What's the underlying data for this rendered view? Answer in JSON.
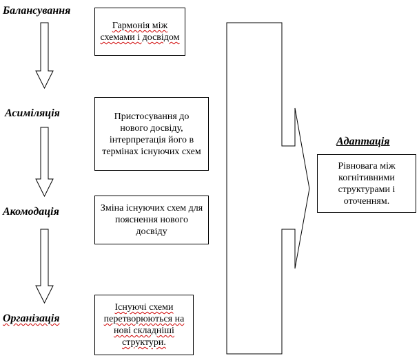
{
  "stages": [
    {
      "label": "Балансування",
      "desc": "Гармонія між схемами і досвідом"
    },
    {
      "label": "Асиміляція",
      "desc": "Пристосування до нового досвіду, інтерпретація його в термінах існуючих схем"
    },
    {
      "label": "Акомодація",
      "desc": "Зміна існуючих схем для пояснення нового досвіду"
    },
    {
      "label": "Організація",
      "desc": "Існуючі схеми перетворюються на нові складніші структури."
    }
  ],
  "adaptation": {
    "label": "Адаптація",
    "desc": "Рівновага між когнітивними структурами і оточенням."
  },
  "colors": {
    "line": "#000000",
    "spellcheck": "#d00000"
  }
}
